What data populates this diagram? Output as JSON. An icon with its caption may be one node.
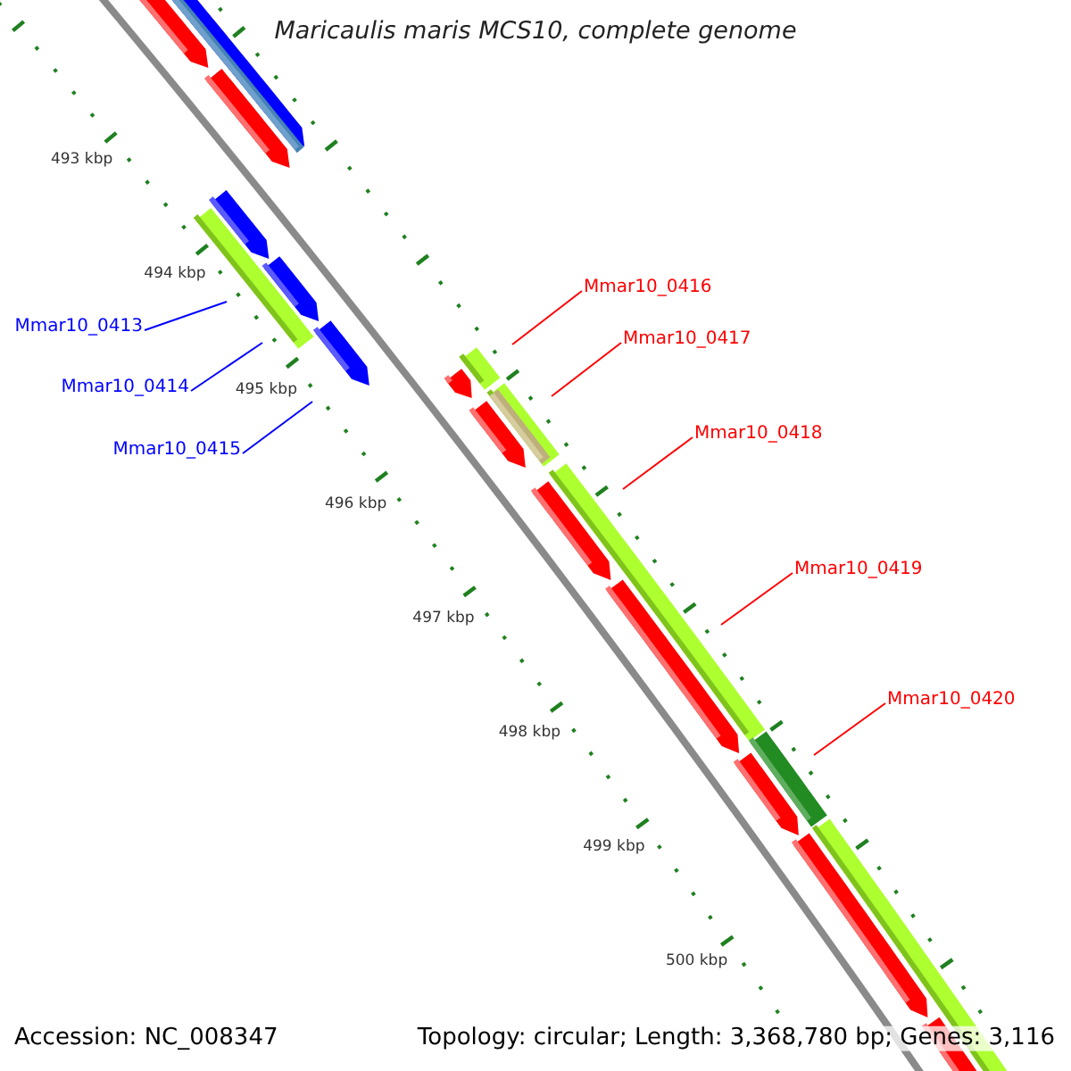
{
  "diagram": {
    "title": "Maricaulis maris MCS10, complete genome",
    "nodes": [
      {
        "text": [
          "Mmar10_0413"
        ]
      },
      {
        "text": [
          "Mmar10_0414"
        ]
      },
      {
        "text": [
          "Mmar10_0415"
        ]
      },
      {
        "text": [
          "Mmar10_0416"
        ]
      },
      {
        "text": [
          "Mmar10_0417"
        ]
      },
      {
        "text": [
          "Mmar10_0418"
        ]
      },
      {
        "text": [
          "Mmar10_0419"
        ]
      },
      {
        "text": [
          "Mmar10_0420"
        ]
      }
    ],
    "edges": [
      {
        "from": 0,
        "to": null,
        "arrow": "none",
        "color": "#0000ff"
      },
      {
        "from": 1,
        "to": null,
        "arrow": "none",
        "color": "#0000ff"
      },
      {
        "from": 2,
        "to": null,
        "arrow": "none",
        "color": "#0000ff"
      },
      {
        "from": 3,
        "to": null,
        "arrow": "none"
      },
      {
        "from": 4,
        "to": null,
        "arrow": "none"
      },
      {
        "from": 5,
        "to": null,
        "arrow": "none"
      },
      {
        "from": 6,
        "to": null,
        "arrow": "none"
      },
      {
        "from": 7,
        "to": null,
        "arrow": "none"
      }
    ],
    "labels": [
      "493 kbp",
      "494 kbp",
      "495 kbp",
      "496 kbp",
      "497 kbp",
      "498 kbp",
      "499 kbp",
      "500 kbp",
      "Accession: NC_008347",
      "Topology: circular; Length: 3,368,780 bp; Genes: 3,116"
    ]
  }
}
